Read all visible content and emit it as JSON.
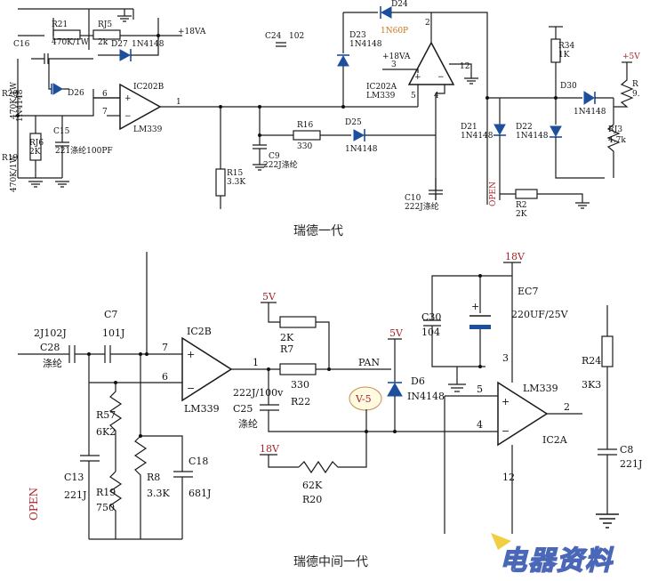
{
  "captions": {
    "top": "瑞德一代",
    "bottom": "瑞德中间一代"
  },
  "watermark": "电器资料",
  "top": {
    "r21": "R21",
    "r21_val": "470K/1W",
    "rj5": "RJ5",
    "rj5_val": "2k",
    "c16": "C16",
    "d27": "D27",
    "d27_val": "1N4148",
    "supply_18va": "+18VA",
    "r20": "R20",
    "r20_val": "470K/1W",
    "d26_val": "1N4148",
    "d26": "D26",
    "rj6": "RJ6",
    "rj6_val": "2K",
    "c15": "C15",
    "c15_val": "221涤纶100PF",
    "r19": "R19",
    "r19_val": "470K/1W",
    "ic202b": "IC202B",
    "ic202b_type": "LM339",
    "pin6": "6",
    "pin7": "7",
    "pin1": "1",
    "r15": "R15",
    "r15_val": "3.3K",
    "c24": "C24",
    "c24_val": "102",
    "c9": "C9",
    "c9_val": "222J涤纶",
    "r16": "R16",
    "r16_val": "330",
    "d25": "D25",
    "d25_val": "1N4148",
    "d23": "D23",
    "d23_val": "1N4148",
    "d24": "D24",
    "d24_val": "1N60P",
    "ic202a": "IC202A",
    "ic202a_type": "LM339",
    "pin3": "3",
    "pin2": "2",
    "pin12": "12",
    "pin5": "5",
    "pin4": "4",
    "c10": "C10",
    "c10_val": "222J涤纶",
    "r34": "R34",
    "r34_val": "1K",
    "d30": "D30",
    "d30_val": "1N4148",
    "d21": "D21",
    "d21_val": "1N4148",
    "d22": "D22",
    "d22_val": "1N4148",
    "rj3": "RJ3",
    "rj3_val": "4.7k",
    "r_cut": "R",
    "r_cut_val": "9.",
    "supply_5v": "+5V",
    "open": "OPEN",
    "r2": "R2",
    "r2_val": "2K"
  },
  "bottom": {
    "c28_val": "2J102J",
    "c28": "C28",
    "c28_type": "涤纶",
    "c7": "C7",
    "c7_val": "101J",
    "pin7": "7",
    "pin6": "6",
    "pin1": "1",
    "ic2b": "IC2B",
    "ic2b_type": "LM339",
    "r57": "R57",
    "r57_val": "6K2",
    "r19": "R19",
    "r19_val": "750",
    "c13": "C13",
    "c13_val": "221J",
    "r8": "R8",
    "r8_val": "3.3K",
    "c18": "C18",
    "c18_val": "681J",
    "open": "OPEN",
    "supply_5v_a": "5V",
    "r7_val": "2K",
    "r7": "R7",
    "r22_val": "330",
    "r22": "R22",
    "c25_val": "222J/100v",
    "c25": "C25",
    "c25_type": "涤纶",
    "pan": "PAN",
    "v5": "V-5",
    "supply_5v_b": "5V",
    "d6": "D6",
    "d6_val": "IN4148",
    "supply_18v_a": "18V",
    "r20_val": "62K",
    "r20": "R20",
    "supply_18v_b": "18V",
    "ec7": "EC7",
    "ec7_val": "220UF/25V",
    "c30": "C30",
    "c30_val": "104",
    "pin3": "3",
    "pin5": "5",
    "pin4": "4",
    "pin2": "2",
    "pin12": "12",
    "ic2a_type": "LM339",
    "ic2a": "IC2A",
    "r24": "R24",
    "r24_val": "3K3",
    "c8": "C8",
    "c8_val": "221J"
  },
  "colors": {
    "wire": "#1a1a1a",
    "diode": "#1d4f9c",
    "supply_label": "#a8242a",
    "watermark_outline": "#4a67b8"
  }
}
